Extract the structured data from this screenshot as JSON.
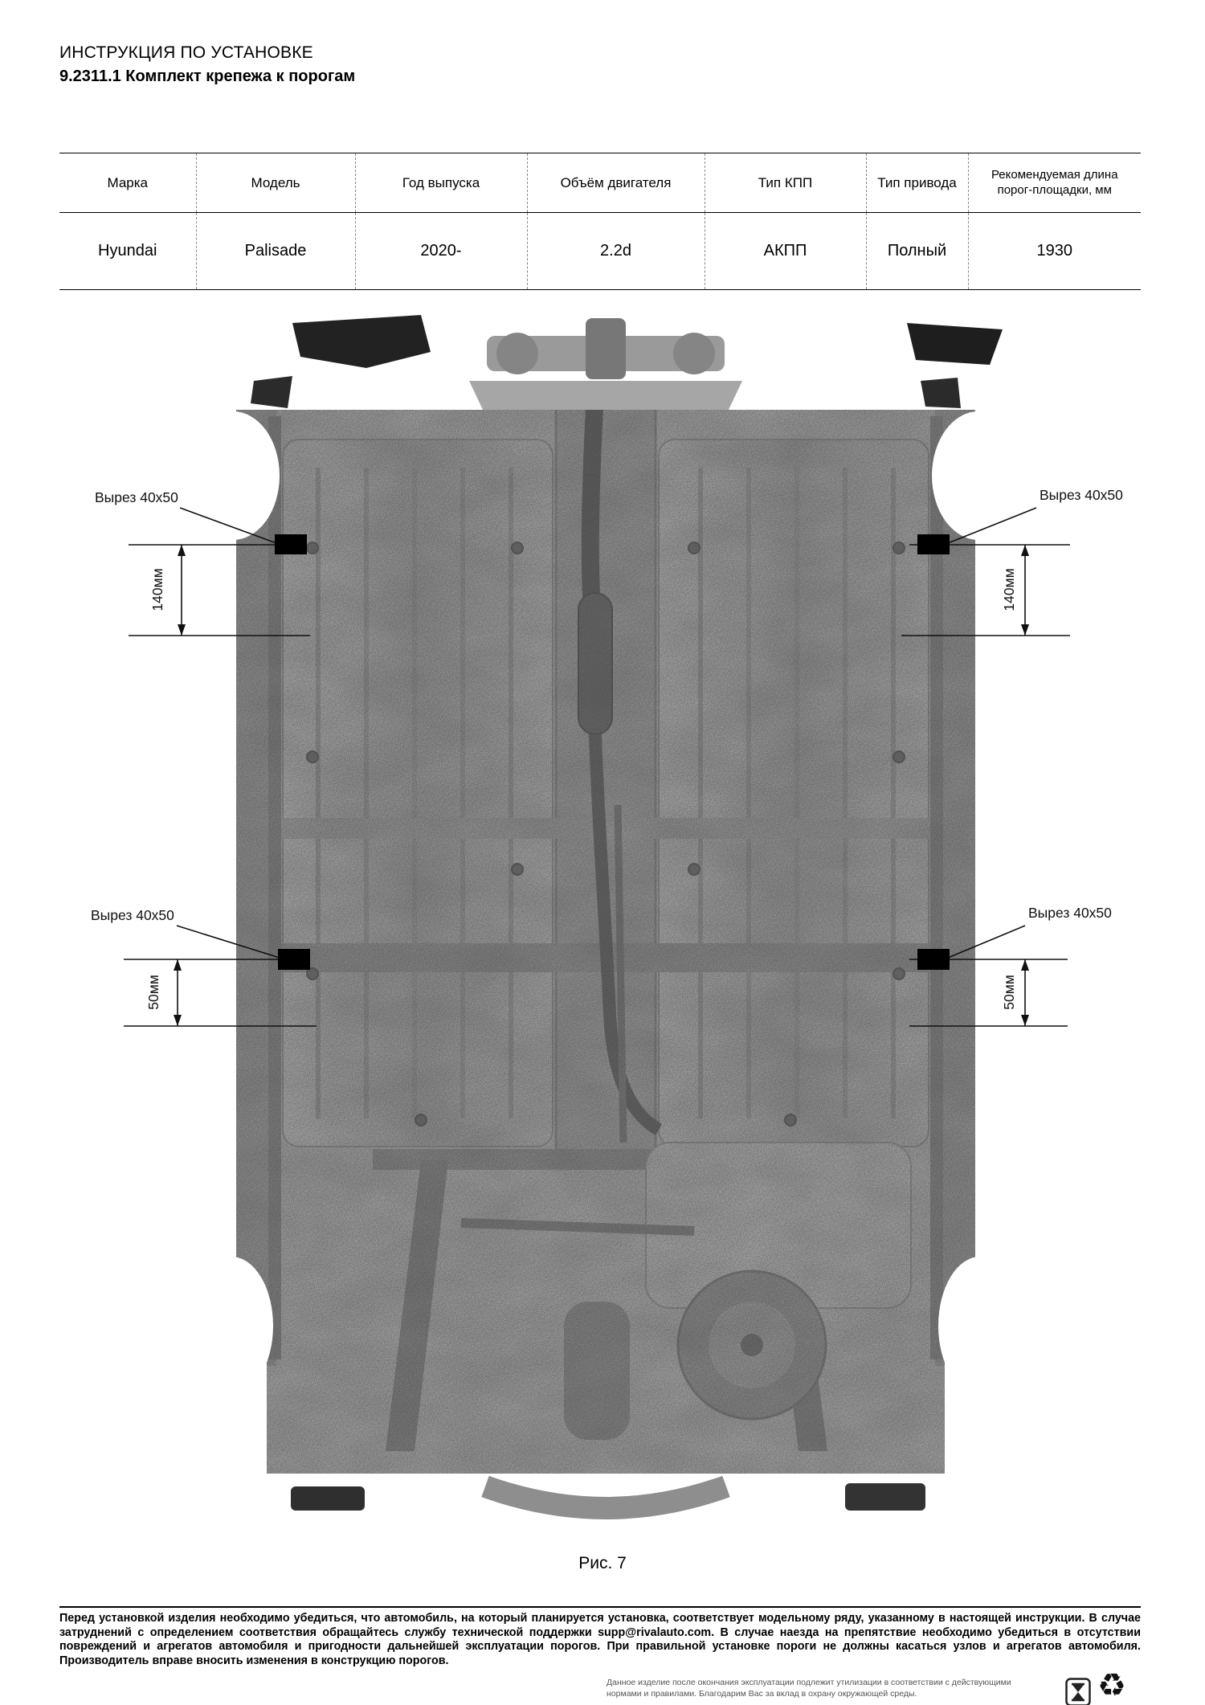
{
  "header": {
    "title": "ИНСТРУКЦИЯ ПО УСТАНОВКЕ",
    "subtitle": "9.2311.1 Комплект крепежа к порогам"
  },
  "table": {
    "columns": [
      "Марка",
      "Модель",
      "Год выпуска",
      "Объём двигателя",
      "Тип КПП",
      "Тип привода",
      "Рекомендуемая длина порог-площадки, мм"
    ],
    "row": [
      "Hyundai",
      "Palisade",
      "2020-",
      "2.2d",
      "АКПП",
      "Полный",
      "1930"
    ]
  },
  "figure": {
    "caption": "Рис. 7",
    "annotations": {
      "cutout": "Вырез 40x50",
      "dim140": "140мм",
      "dim50": "50мм"
    }
  },
  "footer": {
    "warning": "Перед установкой изделия необходимо убедиться, что автомобиль, на который планируется установка, соответствует модельному ряду, указанному в настоящей инструкции. В случае затруднений с определением соответствия обращайтесь службу технической поддержки supp@rivalauto.com. В случае наезда на препятствие необходимо убедиться в отсутствии повреждений и агрегатов автомобиля и пригодности дальнейшей эксплуатации порогов. При правильной установке пороги не должны касаться узлов и агрегатов автомобиля. Производитель вправе вносить изменения в конструкцию порогов.",
    "recycle_note": "Данное изделие после окончания эксплуатации подлежит утилизации в соответствии с действующими нормами и правилами. Благодарим Вас за вклад в охрану окружающей среды.",
    "icons": {
      "disposal": "hourglass-icon",
      "recycling": "recycle-icon",
      "recycle_glyph": "♻"
    }
  }
}
